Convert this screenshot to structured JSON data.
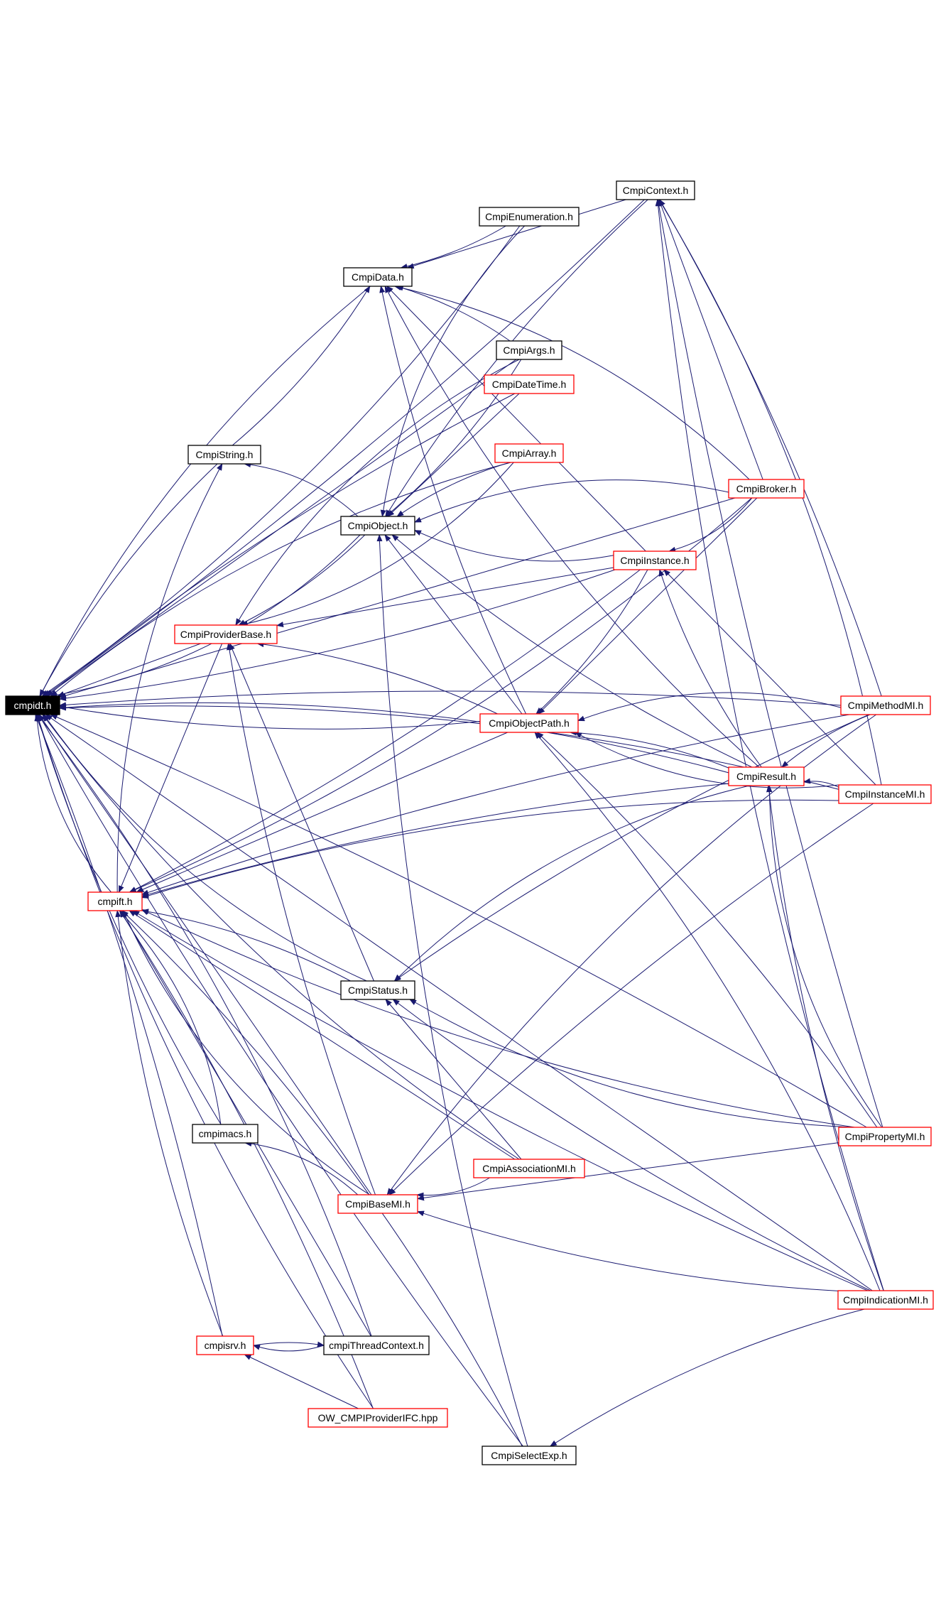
{
  "diagram": {
    "root": "cmpidt.h",
    "colors": {
      "edge": "#191970",
      "plain_border": "#000000",
      "red_border": "#ff0000",
      "root_fill": "#000000",
      "root_text": "#ffffff"
    },
    "nodes": [
      {
        "id": "cmpidt",
        "label": "cmpidt.h",
        "style": "root"
      },
      {
        "id": "CmpiContext",
        "label": "CmpiContext.h",
        "style": "plain"
      },
      {
        "id": "CmpiEnumeration",
        "label": "CmpiEnumeration.h",
        "style": "plain"
      },
      {
        "id": "CmpiData",
        "label": "CmpiData.h",
        "style": "plain"
      },
      {
        "id": "CmpiArgs",
        "label": "CmpiArgs.h",
        "style": "plain"
      },
      {
        "id": "CmpiDateTime",
        "label": "CmpiDateTime.h",
        "style": "red"
      },
      {
        "id": "CmpiString",
        "label": "CmpiString.h",
        "style": "plain"
      },
      {
        "id": "CmpiArray",
        "label": "CmpiArray.h",
        "style": "red"
      },
      {
        "id": "CmpiBroker",
        "label": "CmpiBroker.h",
        "style": "red"
      },
      {
        "id": "CmpiObject",
        "label": "CmpiObject.h",
        "style": "plain"
      },
      {
        "id": "CmpiInstance",
        "label": "CmpiInstance.h",
        "style": "red"
      },
      {
        "id": "CmpiProviderBase",
        "label": "CmpiProviderBase.h",
        "style": "red"
      },
      {
        "id": "CmpiMethodMI",
        "label": "CmpiMethodMI.h",
        "style": "red"
      },
      {
        "id": "CmpiObjectPath",
        "label": "CmpiObjectPath.h",
        "style": "red"
      },
      {
        "id": "CmpiResult",
        "label": "CmpiResult.h",
        "style": "red"
      },
      {
        "id": "CmpiInstanceMI",
        "label": "CmpiInstanceMI.h",
        "style": "red"
      },
      {
        "id": "cmpift",
        "label": "cmpift.h",
        "style": "red"
      },
      {
        "id": "CmpiStatus",
        "label": "CmpiStatus.h",
        "style": "plain"
      },
      {
        "id": "CmpiPropertyMI",
        "label": "CmpiPropertyMI.h",
        "style": "red"
      },
      {
        "id": "cmpimacs",
        "label": "cmpimacs.h",
        "style": "plain"
      },
      {
        "id": "CmpiAssociationMI",
        "label": "CmpiAssociationMI.h",
        "style": "red"
      },
      {
        "id": "CmpiBaseMI",
        "label": "CmpiBaseMI.h",
        "style": "red"
      },
      {
        "id": "CmpiIndicationMI",
        "label": "CmpiIndicationMI.h",
        "style": "red"
      },
      {
        "id": "cmpisrv",
        "label": "cmpisrv.h",
        "style": "red"
      },
      {
        "id": "cmpiThreadContext",
        "label": "cmpiThreadContext.h",
        "style": "plain"
      },
      {
        "id": "OW_CMPIProviderIFC",
        "label": "OW_CMPIProviderIFC.hpp",
        "style": "red"
      },
      {
        "id": "CmpiSelectExp",
        "label": "CmpiSelectExp.h",
        "style": "plain"
      }
    ],
    "edges": [
      [
        "cmpift",
        "cmpidt"
      ],
      [
        "CmpiObjectPath",
        "cmpidt"
      ],
      [
        "CmpiProviderBase",
        "cmpidt"
      ],
      [
        "CmpiString",
        "cmpidt"
      ],
      [
        "CmpiData",
        "cmpidt"
      ],
      [
        "CmpiEnumeration",
        "cmpidt"
      ],
      [
        "CmpiContext",
        "cmpidt"
      ],
      [
        "CmpiArgs",
        "cmpidt"
      ],
      [
        "CmpiDateTime",
        "cmpidt"
      ],
      [
        "CmpiArray",
        "cmpidt"
      ],
      [
        "CmpiObject",
        "cmpidt"
      ],
      [
        "CmpiInstance",
        "cmpidt"
      ],
      [
        "CmpiBroker",
        "cmpidt"
      ],
      [
        "CmpiMethodMI",
        "cmpidt"
      ],
      [
        "CmpiResult",
        "cmpidt"
      ],
      [
        "CmpiStatus",
        "cmpidt"
      ],
      [
        "cmpimacs",
        "cmpidt"
      ],
      [
        "CmpiBaseMI",
        "cmpidt"
      ],
      [
        "cmpisrv",
        "cmpidt"
      ],
      [
        "cmpiThreadContext",
        "cmpidt"
      ],
      [
        "OW_CMPIProviderIFC",
        "cmpidt"
      ],
      [
        "CmpiSelectExp",
        "cmpidt"
      ],
      [
        "CmpiIndicationMI",
        "cmpidt"
      ],
      [
        "CmpiPropertyMI",
        "cmpidt"
      ],
      [
        "CmpiInstanceMI",
        "cmpidt"
      ],
      [
        "CmpiAssociationMI",
        "cmpidt"
      ],
      [
        "CmpiEnumeration",
        "CmpiData"
      ],
      [
        "CmpiContext",
        "CmpiData"
      ],
      [
        "CmpiArgs",
        "CmpiData"
      ],
      [
        "CmpiBroker",
        "CmpiData"
      ],
      [
        "CmpiResult",
        "CmpiData"
      ],
      [
        "CmpiObjectPath",
        "CmpiData"
      ],
      [
        "CmpiInstance",
        "CmpiData"
      ],
      [
        "CmpiString",
        "CmpiData"
      ],
      [
        "CmpiObject",
        "CmpiString"
      ],
      [
        "cmpift",
        "CmpiString"
      ],
      [
        "CmpiArgs",
        "CmpiObject"
      ],
      [
        "CmpiDateTime",
        "CmpiObject"
      ],
      [
        "CmpiArray",
        "CmpiObject"
      ],
      [
        "CmpiBroker",
        "CmpiObject"
      ],
      [
        "CmpiInstance",
        "CmpiObject"
      ],
      [
        "CmpiResult",
        "CmpiObject"
      ],
      [
        "CmpiObjectPath",
        "CmpiObject"
      ],
      [
        "CmpiContext",
        "CmpiObject"
      ],
      [
        "CmpiEnumeration",
        "CmpiObject"
      ],
      [
        "CmpiSelectExp",
        "CmpiObject"
      ],
      [
        "CmpiObject",
        "CmpiProviderBase"
      ],
      [
        "CmpiInstance",
        "CmpiProviderBase"
      ],
      [
        "CmpiObjectPath",
        "CmpiProviderBase"
      ],
      [
        "CmpiArgs",
        "CmpiProviderBase"
      ],
      [
        "CmpiArray",
        "CmpiProviderBase"
      ],
      [
        "CmpiBaseMI",
        "CmpiProviderBase"
      ],
      [
        "CmpiStatus",
        "CmpiProviderBase"
      ],
      [
        "CmpiResult",
        "CmpiObjectPath"
      ],
      [
        "CmpiMethodMI",
        "CmpiObjectPath"
      ],
      [
        "CmpiInstanceMI",
        "CmpiObjectPath"
      ],
      [
        "CmpiInstance",
        "CmpiObjectPath"
      ],
      [
        "CmpiBroker",
        "CmpiObjectPath"
      ],
      [
        "CmpiPropertyMI",
        "CmpiObjectPath"
      ],
      [
        "CmpiIndicationMI",
        "CmpiObjectPath"
      ],
      [
        "CmpiBroker",
        "CmpiInstance"
      ],
      [
        "CmpiResult",
        "CmpiInstance"
      ],
      [
        "CmpiInstanceMI",
        "CmpiInstance"
      ],
      [
        "CmpiMethodMI",
        "CmpiResult"
      ],
      [
        "CmpiInstanceMI",
        "CmpiResult"
      ],
      [
        "CmpiPropertyMI",
        "CmpiResult"
      ],
      [
        "CmpiIndicationMI",
        "CmpiResult"
      ],
      [
        "CmpiBroker",
        "CmpiContext"
      ],
      [
        "CmpiMethodMI",
        "CmpiContext"
      ],
      [
        "CmpiInstanceMI",
        "CmpiContext"
      ],
      [
        "CmpiIndicationMI",
        "CmpiContext"
      ],
      [
        "CmpiPropertyMI",
        "CmpiContext"
      ],
      [
        "CmpiObjectPath",
        "cmpift"
      ],
      [
        "CmpiResult",
        "cmpift"
      ],
      [
        "CmpiInstanceMI",
        "cmpift"
      ],
      [
        "CmpiBroker",
        "cmpift"
      ],
      [
        "CmpiInstance",
        "cmpift"
      ],
      [
        "CmpiProviderBase",
        "cmpift"
      ],
      [
        "CmpiStatus",
        "cmpift"
      ],
      [
        "cmpimacs",
        "cmpift"
      ],
      [
        "CmpiBaseMI",
        "cmpift"
      ],
      [
        "cmpisrv",
        "cmpift"
      ],
      [
        "cmpiThreadContext",
        "cmpift"
      ],
      [
        "OW_CMPIProviderIFC",
        "cmpift"
      ],
      [
        "CmpiSelectExp",
        "cmpift"
      ],
      [
        "CmpiPropertyMI",
        "cmpift"
      ],
      [
        "CmpiIndicationMI",
        "cmpift"
      ],
      [
        "CmpiAssociationMI",
        "cmpift"
      ],
      [
        "CmpiMethodMI",
        "cmpift"
      ],
      [
        "CmpiResult",
        "CmpiStatus"
      ],
      [
        "CmpiPropertyMI",
        "CmpiStatus"
      ],
      [
        "CmpiIndicationMI",
        "CmpiStatus"
      ],
      [
        "CmpiAssociationMI",
        "CmpiStatus"
      ],
      [
        "CmpiMethodMI",
        "CmpiStatus"
      ],
      [
        "CmpiBaseMI",
        "cmpimacs"
      ],
      [
        "CmpiAssociationMI",
        "CmpiBaseMI"
      ],
      [
        "CmpiIndicationMI",
        "CmpiBaseMI"
      ],
      [
        "CmpiPropertyMI",
        "CmpiBaseMI"
      ],
      [
        "CmpiInstanceMI",
        "CmpiBaseMI"
      ],
      [
        "CmpiMethodMI",
        "CmpiBaseMI"
      ],
      [
        "cmpiThreadContext",
        "cmpisrv"
      ],
      [
        "cmpisrv",
        "cmpiThreadContext"
      ],
      [
        "OW_CMPIProviderIFC",
        "cmpisrv"
      ],
      [
        "CmpiIndicationMI",
        "CmpiSelectExp"
      ]
    ]
  }
}
